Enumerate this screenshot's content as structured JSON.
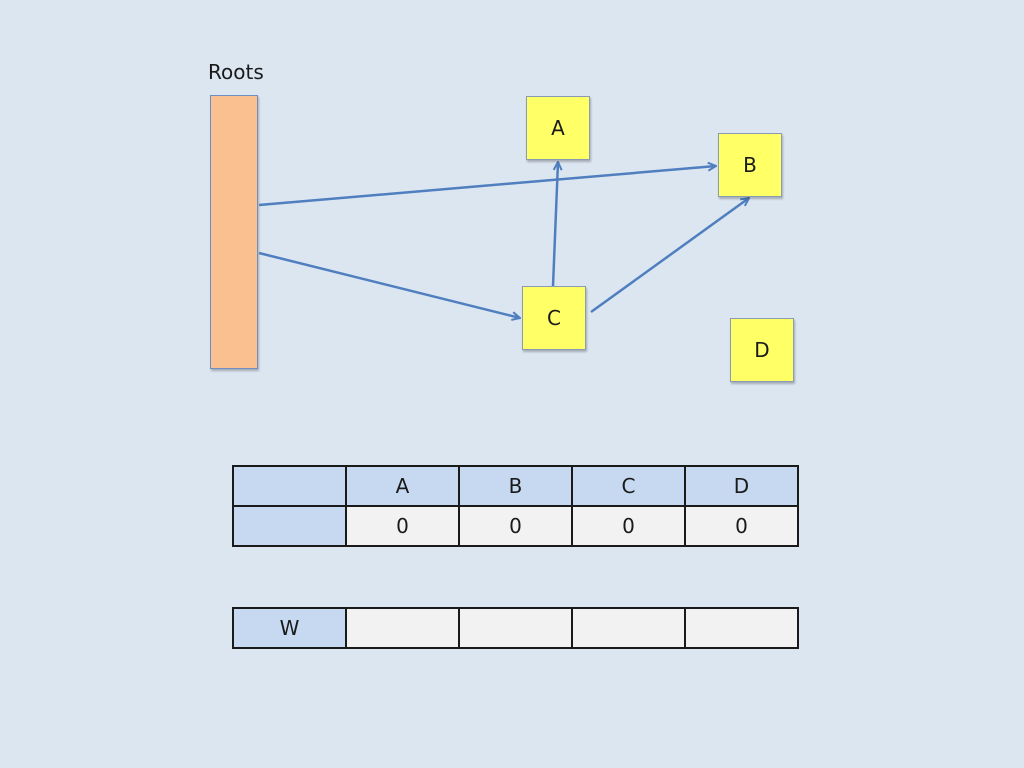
{
  "roots": {
    "label": "Roots"
  },
  "nodes": {
    "a": "A",
    "b": "B",
    "c": "C",
    "d": "D"
  },
  "edges": [
    {
      "from": "Roots",
      "to": "B"
    },
    {
      "from": "Roots",
      "to": "C"
    },
    {
      "from": "C",
      "to": "A"
    },
    {
      "from": "C",
      "to": "B"
    }
  ],
  "counts_table": {
    "header": [
      "",
      "A",
      "B",
      "C",
      "D"
    ],
    "values": [
      "",
      "0",
      "0",
      "0",
      "0"
    ]
  },
  "worklist_table": {
    "cells": [
      "W",
      "",
      "",
      "",
      ""
    ]
  },
  "colors": {
    "background": "#dce6f1",
    "roots": "#fac090",
    "node": "#ffff66",
    "edge": "#4f7fbf",
    "header_cell": "#c6d9f1",
    "value_cell": "#f2f2f2"
  }
}
